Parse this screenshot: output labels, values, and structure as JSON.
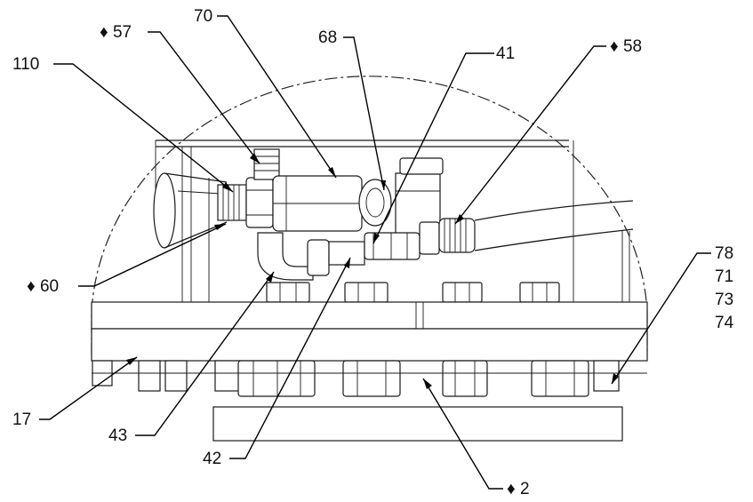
{
  "title": "",
  "callouts": {
    "c57": "♦ 57",
    "c70": "70",
    "c68": "68",
    "c41": "41",
    "c58": "♦ 58",
    "c110": "110",
    "c60": "♦ 60",
    "c78": "78",
    "c71": "71",
    "c73": "73",
    "c74": "74",
    "c17": "17",
    "c43": "43",
    "c42": "42",
    "c2": "♦ 2"
  },
  "colors": {
    "line": "#1a1a1a",
    "background": "#ffffff"
  }
}
